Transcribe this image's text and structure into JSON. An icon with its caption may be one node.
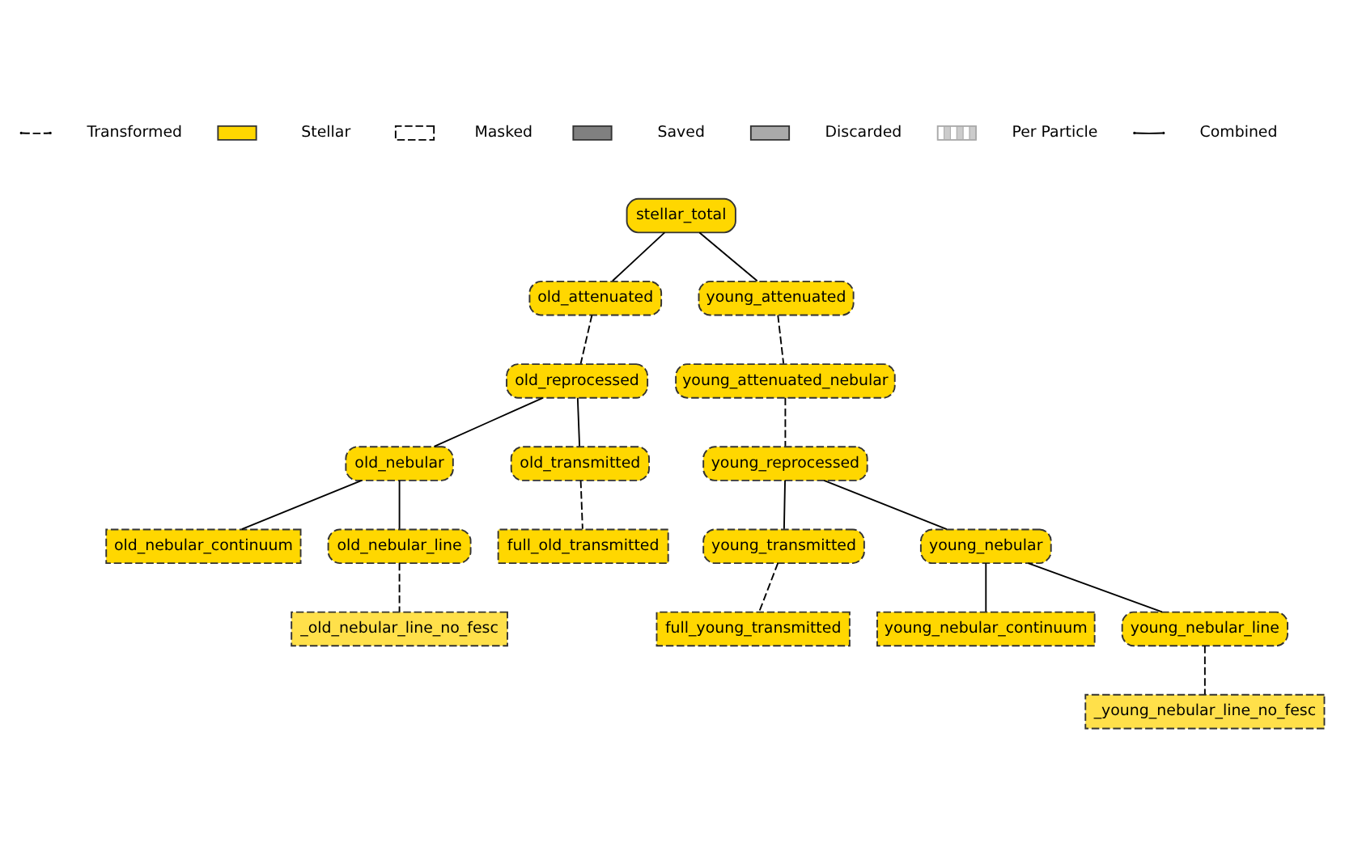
{
  "diagram": {
    "nodes": [
      {
        "text": [
          "stellar_total"
        ]
      },
      {
        "text": [
          "old_attenuated"
        ]
      },
      {
        "text": [
          "young_attenuated"
        ]
      },
      {
        "text": [
          "old_reprocessed"
        ]
      },
      {
        "text": [
          "young_attenuated_nebular"
        ]
      },
      {
        "text": [
          "old_nebular"
        ]
      },
      {
        "text": [
          "old_transmitted"
        ]
      },
      {
        "text": [
          "young_reprocessed"
        ]
      },
      {
        "text": [
          "old_nebular_continuum"
        ]
      },
      {
        "text": [
          "old_nebular_line"
        ]
      },
      {
        "text": [
          "full_old_transmitted"
        ]
      },
      {
        "text": [
          "young_transmitted"
        ]
      },
      {
        "text": [
          "young_nebular"
        ]
      },
      {
        "text": [
          "_old_nebular_line_no_fesc"
        ]
      },
      {
        "text": [
          "full_young_transmitted"
        ]
      },
      {
        "text": [
          "young_nebular_continuum"
        ]
      },
      {
        "text": [
          "young_nebular_line"
        ]
      },
      {
        "text": [
          "_young_nebular_line_no_fesc"
        ]
      }
    ],
    "edges": [
      {
        "from": 0,
        "to": 1,
        "arrow": "none"
      },
      {
        "from": 0,
        "to": 2,
        "arrow": "none"
      },
      {
        "from": 1,
        "to": 3,
        "arrow": "none",
        "style": "dashed"
      },
      {
        "from": 2,
        "to": 4,
        "arrow": "none",
        "style": "dashed"
      },
      {
        "from": 3,
        "to": 5,
        "arrow": "none"
      },
      {
        "from": 3,
        "to": 6,
        "arrow": "none"
      },
      {
        "from": 4,
        "to": 7,
        "arrow": "none",
        "style": "dashed"
      },
      {
        "from": 5,
        "to": 8,
        "arrow": "none"
      },
      {
        "from": 5,
        "to": 9,
        "arrow": "none"
      },
      {
        "from": 6,
        "to": 10,
        "arrow": "none",
        "style": "dashed"
      },
      {
        "from": 7,
        "to": 11,
        "arrow": "none"
      },
      {
        "from": 7,
        "to": 12,
        "arrow": "none"
      },
      {
        "from": 9,
        "to": 13,
        "arrow": "none",
        "style": "dashed"
      },
      {
        "from": 11,
        "to": 14,
        "arrow": "none",
        "style": "dashed"
      },
      {
        "from": 12,
        "to": 15,
        "arrow": "none"
      },
      {
        "from": 12,
        "to": 16,
        "arrow": "none"
      },
      {
        "from": 16,
        "to": 17,
        "arrow": "none",
        "style": "dashed"
      }
    ],
    "legend": [
      {
        "text": "Transformed"
      },
      {
        "text": "Stellar",
        "color": "#ffd700"
      },
      {
        "text": "Masked"
      },
      {
        "text": "Saved",
        "color": "#808080"
      },
      {
        "text": "Discarded",
        "color": "#aaaaaa"
      },
      {
        "text": "Per Particle"
      },
      {
        "text": "Combined"
      }
    ]
  }
}
